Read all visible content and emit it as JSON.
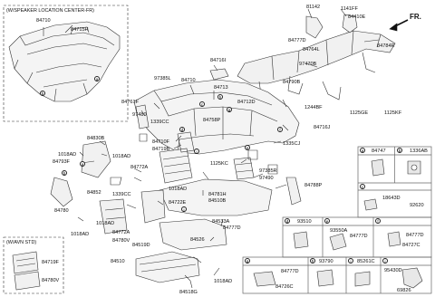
{
  "header": {
    "direction_label": "FR."
  },
  "insets": {
    "speaker_box_title": "(W/SPEAKER LOCATION CENTER-FR)",
    "avn_box_title": "(W/AVN STD)"
  },
  "inset_labels": {
    "s_84710": "84710",
    "s_84715H": "84715H",
    "a_84719F": "84719F",
    "a_84780V": "84780V"
  },
  "labels": {
    "l_81142": "81142",
    "l_1141FF": "1141FF",
    "l_84410E": "84410E",
    "l_84777D_top": "84777D",
    "l_84764L": "84764L",
    "l_84784R": "84784R",
    "l_97470B": "97470B",
    "l_84790B": "84790B",
    "l_1125GE": "1125GE",
    "l_1125KF": "1125KF",
    "l_1244BF": "1244BF",
    "l_84716J": "84716J",
    "l_84716I": "84716I",
    "l_97385L": "97385L",
    "l_84710_main": "84710",
    "l_84713": "84713",
    "l_84712D": "84712D",
    "l_84761F": "84761F",
    "l_97480": "97480",
    "l_1339CC_a": "1339CC",
    "l_84758P": "84758P",
    "l_84710F": "84710F",
    "l_84719B": "84719B",
    "l_1335CJ": "1335CJ",
    "l_84830B": "84830B",
    "l_1018AD_1": "1018AD",
    "l_1018AD_2": "1018AD",
    "l_84793F": "84793F",
    "l_84772A_1": "84772A",
    "l_1125KC": "1125KC",
    "l_97490": "97490",
    "l_97385R": "97385R",
    "l_84788P": "84788P",
    "l_84852": "84852",
    "l_84780": "84780",
    "l_1018AD_3": "1018AD",
    "l_1339CC_b": "1339CC",
    "l_84781H": "84781H",
    "l_84510B": "84510B",
    "l_84722E": "84722E",
    "l_1018AD_4": "1018AD",
    "l_84772A_2": "84772A",
    "l_84780V": "84780V",
    "l_1018AD_5": "1018AD",
    "l_84519D": "84519D",
    "l_84533A": "84533A",
    "l_84777D_mid": "84777D",
    "l_84526": "84526",
    "l_84510": "84510",
    "l_1018AD_6": "1018AD",
    "l_84518G": "84518G"
  },
  "parts_table": {
    "a_letter": "a",
    "a_code": "84747",
    "b_letter": "b",
    "b_code": "1336AB",
    "c_letter": "c",
    "c_code1": "18643D",
    "c_code2": "92620",
    "d_letter": "d",
    "d_code": "93510",
    "e_letter": "e",
    "e_code1": "93550A",
    "e_code2": "84777D",
    "f_letter": "f",
    "f_code1": "84777D",
    "f_code2": "84727C",
    "g_letter": "g",
    "g_code1": "84777D",
    "g_code2": "84726C",
    "h_letter": "h",
    "h_code": "93790",
    "i_letter": "i",
    "i_code": "85261C",
    "j_letter": "j",
    "j_code1": "95430D",
    "j_code2": "69826"
  }
}
